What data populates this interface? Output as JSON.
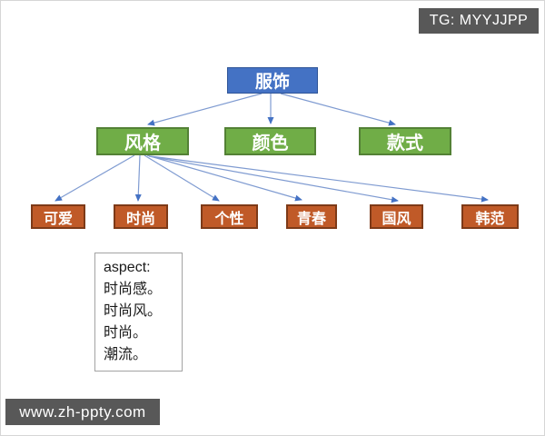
{
  "watermarks": {
    "tg_badge": "TG: MYYJJPP",
    "site_badge": "www.zh-ppty.com"
  },
  "tree": {
    "root": {
      "label": "服饰"
    },
    "level2": [
      {
        "label": "风格"
      },
      {
        "label": "颜色"
      },
      {
        "label": "款式"
      }
    ],
    "level3": [
      {
        "label": "可爱"
      },
      {
        "label": "时尚"
      },
      {
        "label": "个性"
      },
      {
        "label": "青春"
      },
      {
        "label": "国风"
      },
      {
        "label": "韩范"
      }
    ]
  },
  "note": {
    "lines": [
      "aspect:",
      "时尚感。",
      "时尚风。",
      "时尚。",
      "潮流。"
    ]
  },
  "colors": {
    "root_fill": "#4472C4",
    "level2_fill": "#70AD47",
    "level2_border": "#538135",
    "level3_fill": "#C05A28",
    "level3_border": "#7D3A18",
    "connector": "#7F9BD1",
    "arrowhead": "#4472C4",
    "badge_bg": "#585858"
  }
}
